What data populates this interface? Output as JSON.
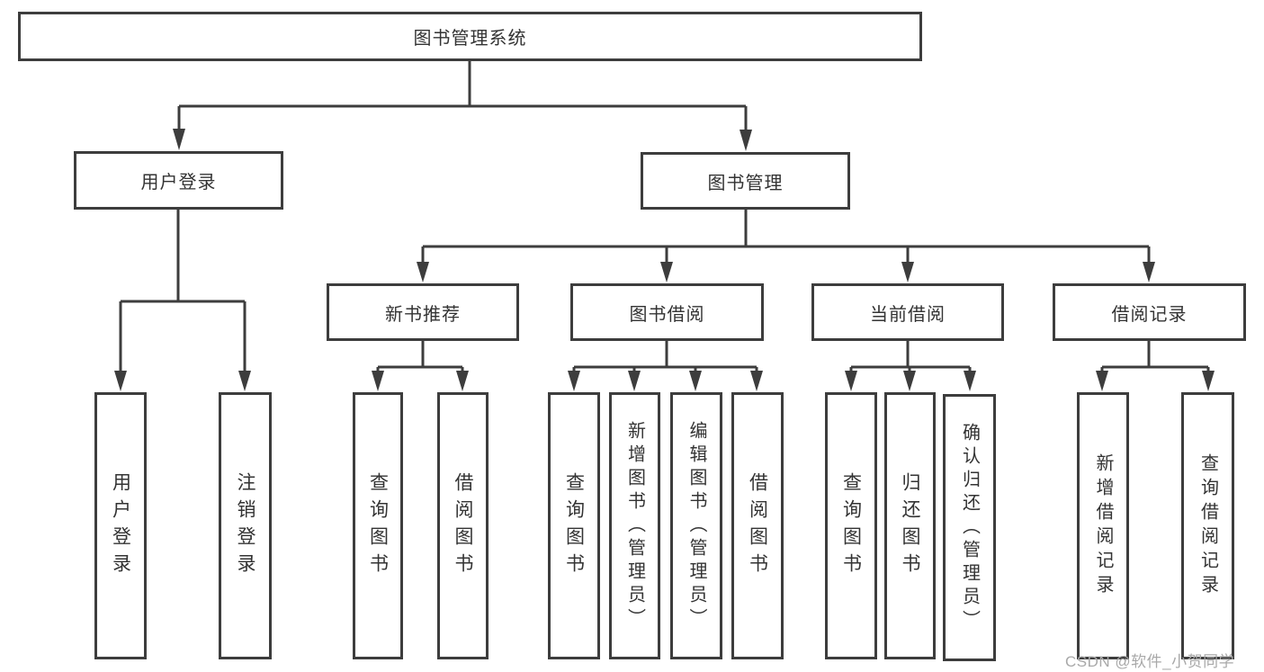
{
  "nodes": {
    "root": {
      "label": "图书管理系统"
    },
    "user_login": {
      "label": "用户登录"
    },
    "book_mgmt": {
      "label": "图书管理"
    },
    "new_book_rec": {
      "label": "新书推荐"
    },
    "book_borrow": {
      "label": "图书借阅"
    },
    "current_borrow": {
      "label": "当前借阅"
    },
    "borrow_record": {
      "label": "借阅记录"
    },
    "leaf_user_login": {
      "label": "用户登录"
    },
    "leaf_logout": {
      "label": "注销登录"
    },
    "leaf_nb_query": {
      "label": "查询图书"
    },
    "leaf_nb_borrow": {
      "label": "借阅图书"
    },
    "leaf_bb_query": {
      "label": "查询图书"
    },
    "leaf_bb_add": {
      "label": "新增图书（管理员）"
    },
    "leaf_bb_edit": {
      "label": "编辑图书（管理员）"
    },
    "leaf_bb_borrow": {
      "label": "借阅图书"
    },
    "leaf_cb_query": {
      "label": "查询图书"
    },
    "leaf_cb_return": {
      "label": "归还图书"
    },
    "leaf_cb_confirm": {
      "label": "确认归还（管理员）"
    },
    "leaf_br_add": {
      "label": "新增借阅记录"
    },
    "leaf_br_query": {
      "label": "查询借阅记录"
    }
  },
  "hierarchy": {
    "图书管理系统": [
      "用户登录",
      "图书管理"
    ],
    "用户登录": [
      "用户登录",
      "注销登录"
    ],
    "图书管理": [
      "新书推荐",
      "图书借阅",
      "当前借阅",
      "借阅记录"
    ],
    "新书推荐": [
      "查询图书",
      "借阅图书"
    ],
    "图书借阅": [
      "查询图书",
      "新增图书（管理员）",
      "编辑图书（管理员）",
      "借阅图书"
    ],
    "当前借阅": [
      "查询图书",
      "归还图书",
      "确认归还（管理员）"
    ],
    "借阅记录": [
      "新增借阅记录",
      "查询借阅记录"
    ]
  },
  "watermark": "CSDN @软件_小贺同学",
  "colors": {
    "line": "#3d3d3d",
    "text": "#333333",
    "watermark": "#a9a9a9",
    "background": "#ffffff"
  }
}
